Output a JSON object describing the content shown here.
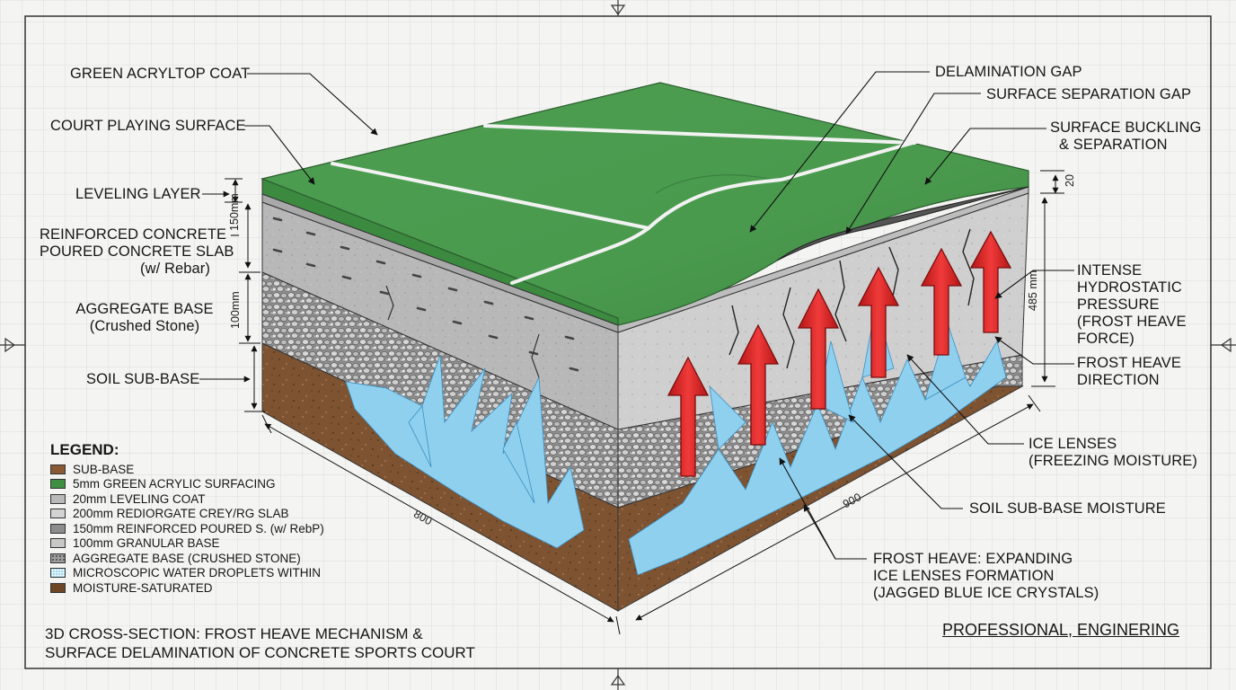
{
  "labels": {
    "top_coat": "GREEN ACRYLTOP COAT",
    "playing_surface": "COURT PLAYING SURFACE",
    "leveling_layer": "LEVELING LAYER",
    "reinforced_1": "REINFORCED CONCRETE –",
    "reinforced_2": "POURED CONCRETE SLAB",
    "reinforced_3": "(w/ Rebar)",
    "aggregate_1": "AGGREGATE BASE",
    "aggregate_2": "(Crushed Stone)",
    "soil_subbase": "SOIL SUB-BASE",
    "delamination_gap": "DELAMINATION GAP",
    "separation_gap": "SURFACE SEPARATION GAP",
    "buckling_1": "SURFACE BUCKLING",
    "buckling_2": "& SEPARATION",
    "hydro_1": "INTENSE",
    "hydro_2": "HYDROSTATIC",
    "hydro_3": "PRESSURE",
    "hydro_4": "(FROST HEAVE",
    "hydro_5": "FORCE)",
    "heave_dir_1": "FROST HEAVE",
    "heave_dir_2": "DIRECTION",
    "ice_lenses_1": "ICE LENSES",
    "ice_lenses_2": "(FREEZING MOISTURE)",
    "soil_moisture": "SOIL SUB-BASE MOISTURE",
    "frost_1": "FROST HEAVE: EXPANDING",
    "frost_2": "ICE LENSES FORMATION",
    "frost_3": "(JAGGED BLUE ICE CRYSTALS)"
  },
  "dimensions": {
    "d150": "150mm",
    "d100": "100mm",
    "d20": "20",
    "d485": "485 mm",
    "d800": "800",
    "d900": "900"
  },
  "legend": {
    "title": "LEGEND:",
    "items": [
      {
        "label": "SUB-BASE",
        "color": "#8a5a34"
      },
      {
        "label": "5mm GREEN ACRYLIC SURFACING",
        "color": "#3f8f43"
      },
      {
        "label": "20mm LEVELING COAT",
        "color": "#b9b9b9"
      },
      {
        "label": "200mm REDIORGATE CREY/RG SLAB",
        "color": "#d3d3d3"
      },
      {
        "label": "150mm REINFORCED POURED S. (w/ RebP)",
        "color": "#8c8c8c"
      },
      {
        "label": "100mm GRANULAR BASE",
        "color": "#c7c7c7"
      },
      {
        "label": "AGGREGATE BASE (CRUSHED STONE)",
        "color": "#9e9e9e"
      },
      {
        "label": "MICROSCOPIC WATER DROPLETS WITHIN",
        "color": "#a9dcef"
      },
      {
        "label": "MOISTURE-SATURATED",
        "color": "#6e4526"
      }
    ]
  },
  "caption": {
    "line1": "3D CROSS-SECTION: FROST HEAVE MECHANISM &",
    "line2": "SURFACE DELAMINATION OF CONCRETE SPORTS COURT"
  },
  "tagline": "PROFESSIONAL, ENGINERING",
  "colors": {
    "grass": "#4a9a4e",
    "concrete": "#bdbdbd",
    "soil": "#7d5332",
    "ice": "#7cc4e6",
    "arrow": "#e02525"
  }
}
